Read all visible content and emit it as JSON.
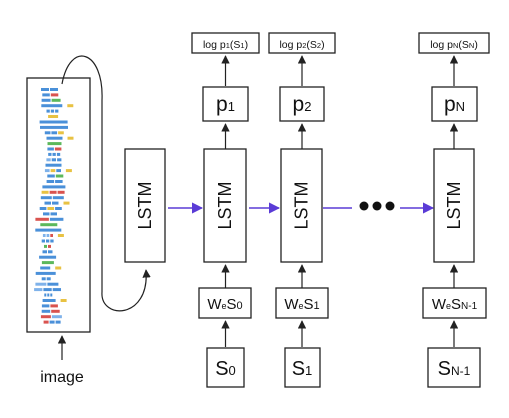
{
  "image_label": "image",
  "lstm_label": "LSTM",
  "colors": {
    "arrow_blue": "#5a3bd6",
    "box_stroke": "#222222",
    "cnn_colors": [
      "#4a90d9",
      "#e8c243",
      "#5cb85c",
      "#d9534f",
      "#7fb2ea"
    ]
  },
  "columns": [
    {
      "log": {
        "pre": "log p",
        "sub": "1",
        "post": "(S",
        "sub2": "1",
        "end": ")"
      },
      "prob": {
        "main": "p",
        "sub": "1"
      },
      "embed": {
        "main": "W",
        "sub": "e",
        "main2": "S",
        "sub2": "0"
      },
      "word": {
        "main": "S",
        "sub": "0"
      }
    },
    {
      "log": {
        "pre": "log p",
        "sub": "2",
        "post": "(S",
        "sub2": "2",
        "end": ")"
      },
      "prob": {
        "main": "p",
        "sub": "2"
      },
      "embed": {
        "main": "W",
        "sub": "e",
        "main2": "S",
        "sub2": "1"
      },
      "word": {
        "main": "S",
        "sub": "1"
      }
    },
    {
      "log": {
        "pre": "log p",
        "sub": "N",
        "post": "(S",
        "sub2": "N",
        "end": ")"
      },
      "prob": {
        "main": "p",
        "sub": "N"
      },
      "embed": {
        "main": "W",
        "sub": "e",
        "main2": "S",
        "sub2": "N-1"
      },
      "word": {
        "main": "S",
        "sub": "N-1"
      }
    }
  ]
}
